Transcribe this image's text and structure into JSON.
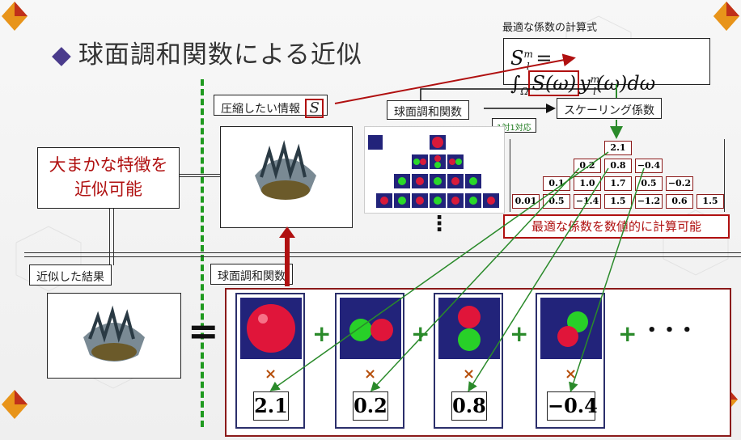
{
  "title": "球面調和関数による近似",
  "formula": {
    "caption": "最適な係数の計算式",
    "lhs": "S",
    "lhs_sup": "m",
    "lhs_sub": "l",
    "eq": " = ∫",
    "int_sub": "Ω",
    "boxed": "S(ω)",
    "y": "y",
    "y_sup": "m",
    "y_sub": "l",
    "tail": "(ω)dω"
  },
  "compress_label": "圧縮したい情報",
  "compress_symbol": "S",
  "sh_label_top": "球面調和関数",
  "scaling_label": "スケーリング係数",
  "one_to_one": "1対1対応",
  "feature_text_1": "大まかな特徴を",
  "feature_text_2": "近似可能",
  "optimal_text": "最適な係数を数値的に計算可能",
  "approx_label": "近似した結果",
  "sh_label_bottom": "球面調和関数",
  "equals": "=",
  "plus": "+",
  "times": "×",
  "ellipsis_h": "• • •",
  "ellipsis_v": "⋮",
  "coefficient_rows": [
    [
      "2.1"
    ],
    [
      "0.2",
      "0.8",
      "−0.4"
    ],
    [
      "0.1",
      "1.0",
      "1.7",
      "0.5",
      "−0.2"
    ],
    [
      "0.01",
      "0.5",
      "−1.4",
      "1.5",
      "−1.2",
      "0.6",
      "1.5"
    ]
  ],
  "cards": [
    "2.1",
    "0.2",
    "0.8",
    "−0.4"
  ],
  "colors": {
    "accent_red": "#b01010",
    "arrow_green": "#2a8a2a",
    "navy": "#2b2f6b",
    "dashed_green": "#1f9a1f"
  }
}
